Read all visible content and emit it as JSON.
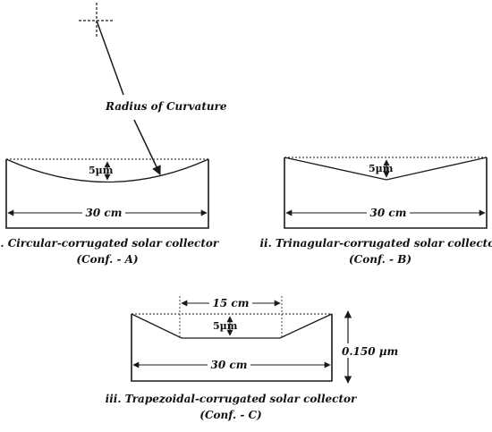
{
  "colors": {
    "line": "#1a1a1a",
    "dotted": "#444444",
    "background": "#ffffff"
  },
  "annotations": {
    "radius_label": "Radius of Curvature"
  },
  "panels": [
    {
      "depth_label": "5µm",
      "width_label": "30 cm",
      "caption_line1": "i. Circular-corrugated solar collector",
      "caption_line2": "(Conf. - A)"
    },
    {
      "depth_label": "5µm",
      "width_label": "30 cm",
      "caption_line1": "ii. Trinagular-corrugated solar collector",
      "caption_line2": "(Conf. - B)"
    },
    {
      "top_width_label": "15 cm",
      "depth_label": "5µm",
      "width_label": "30 cm",
      "height_label": "0.150 µm",
      "caption_line1": "iii. Trapezoidal-corrugated solar collector",
      "caption_line2": "(Conf. - C)"
    }
  ]
}
